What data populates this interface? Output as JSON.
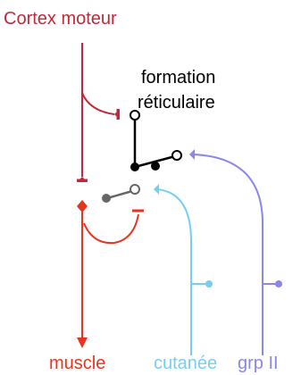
{
  "labels": {
    "cortex": "Cortex moteur",
    "formation_line1": "formation",
    "formation_line2": "réticulaire",
    "muscle": "muscle",
    "cutanee": "cutanée",
    "grp2": "grp II"
  },
  "colors": {
    "cortex": "#c0293a",
    "muscle": "#e8341f",
    "cutanee": "#78cdf2",
    "grp2": "#8a86ea",
    "interneuron": "#000000",
    "interneuron_grey": "#666666"
  }
}
